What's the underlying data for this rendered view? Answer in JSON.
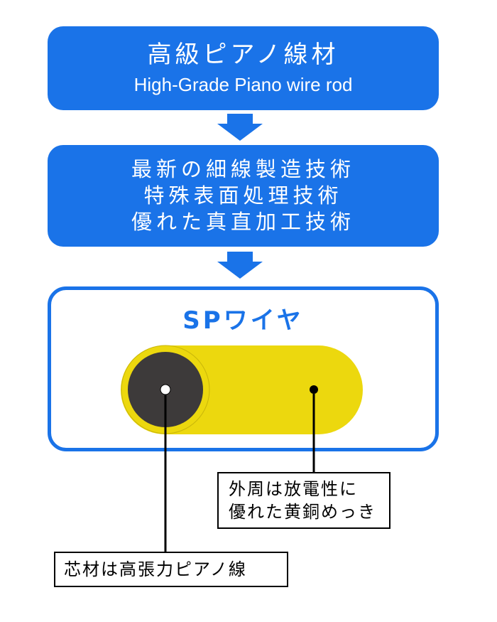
{
  "top_box": {
    "title_jp": "高級ピアノ線材",
    "title_en": "High-Grade Piano wire rod"
  },
  "tech_box": {
    "lines": [
      "最新の細線製造技術",
      "特殊表面処理技術",
      "優れた真直加工技術"
    ]
  },
  "product_box": {
    "title": "SPワイヤ"
  },
  "callouts": {
    "outer": [
      "外周は放電性に",
      "優れた黄銅めっき"
    ],
    "core": "芯材は高張力ピアノ線"
  },
  "colors": {
    "blue": "#1a73e8",
    "yellow": "#ecd80e",
    "core": "#3d3a3a"
  }
}
